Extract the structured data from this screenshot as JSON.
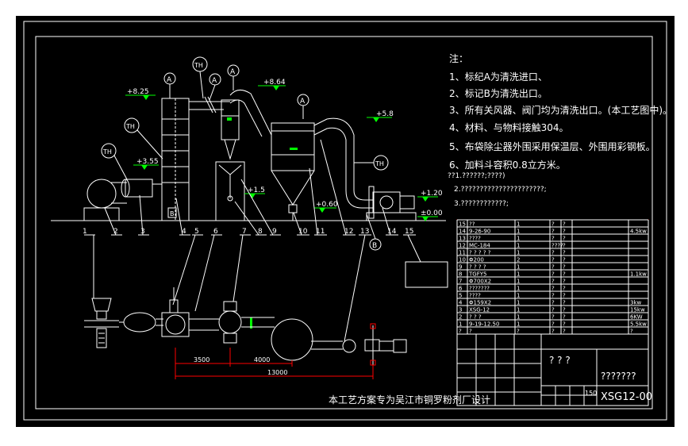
{
  "notes": {
    "heading": "注：",
    "lines": [
      "1、标纪A为清洗进口、",
      "2、标记B为清洗出口。",
      "3、所有关风器、阀门均为清洗出口。(本工艺图中)。",
      "4、材料、与物料接触304。",
      "5、布袋除尘器外围采用保温层、外围用彩钢板。",
      "6、加料斗容积0.8立方米。"
    ],
    "garbled": [
      "??1.??????;????)",
      "2.??????????????????????;",
      "3.????????????;"
    ]
  },
  "levels": {
    "l825": "+8.25",
    "l864": "+8.64",
    "l58": "+5.8",
    "l355": "+3.55",
    "l15": "+1.5",
    "l060": "+0.60",
    "l120": "+1.20",
    "l000": "±0.00"
  },
  "markers": {
    "a": "A",
    "b": "B",
    "th": "TH"
  },
  "callouts": [
    "1",
    "2",
    "3",
    "4",
    "5",
    "6",
    "7",
    "8",
    "9",
    "10",
    "11",
    "12",
    "13",
    "14",
    "15"
  ],
  "dims": {
    "d1": "3500",
    "d2": "4000",
    "d3": "13000"
  },
  "bom": {
    "rows": [
      [
        "15",
        "??",
        "1",
        "?",
        "?",
        ""
      ],
      [
        "14",
        "9-26-90",
        "1",
        "?",
        "?",
        "4.5kw"
      ],
      [
        "13",
        "????",
        "1",
        "?",
        "?",
        ""
      ],
      [
        "12",
        "MC-184",
        "1",
        "????",
        "?",
        ""
      ],
      [
        "11",
        "? ? ? ? ?",
        "1",
        "?",
        "?",
        ""
      ],
      [
        "10",
        "Φ200",
        "2",
        "?",
        "?",
        ""
      ],
      [
        "9",
        "? ? ? ?",
        "1",
        "?",
        "?",
        ""
      ],
      [
        "8",
        "TGFY5",
        "1",
        "?",
        "?",
        "1.1kw"
      ],
      [
        "7",
        "Φ700X2",
        "1",
        "?",
        "?",
        ""
      ],
      [
        "6",
        "???????",
        "1",
        "?",
        "?",
        ""
      ],
      [
        "5",
        "????",
        "1",
        "?",
        "?",
        ""
      ],
      [
        "4",
        "Φ159X2",
        "1",
        "?",
        "?",
        "3kw"
      ],
      [
        "3",
        "XSG-12",
        "1",
        "?",
        "?",
        "15kw"
      ],
      [
        "2",
        "? ? ?",
        "1",
        "?",
        "?",
        "6KW"
      ],
      [
        "1",
        "9-19-12.50",
        "1",
        "?",
        "?",
        "5.5kw"
      ],
      [
        "?",
        "?",
        "?",
        "?",
        "?",
        "?"
      ]
    ],
    "title_block": {
      "q3": "? ? ?",
      "name": "???????",
      "scale": "150",
      "code": "XSG12-00"
    }
  },
  "footer": "本工艺方案专为吴江市铜罗粉剂厂设计"
}
